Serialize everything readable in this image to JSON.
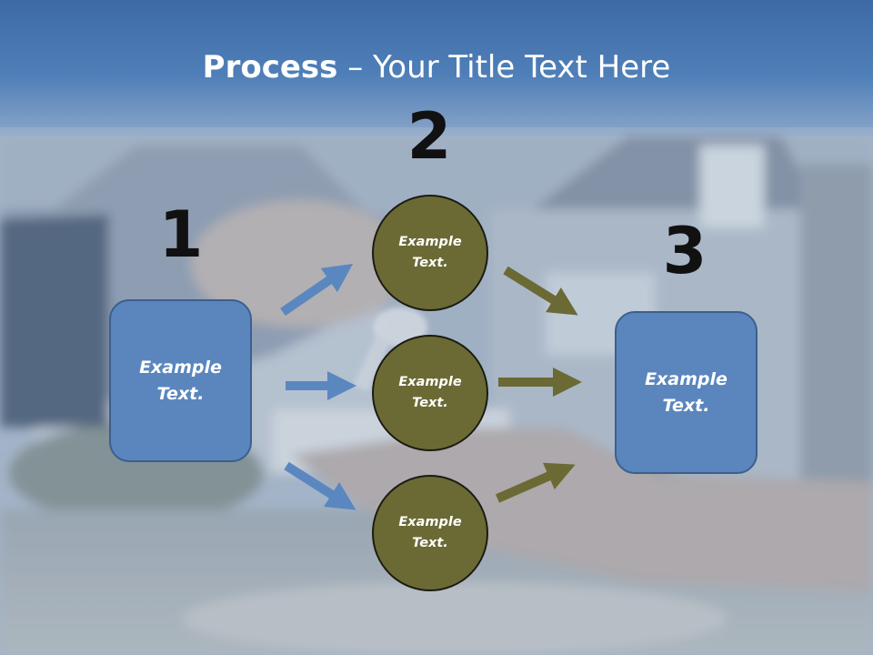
{
  "title": {
    "bold": "Process",
    "separator": " – ",
    "rest": "Your Title Text Here"
  },
  "steps": [
    {
      "number": "1",
      "label": "Example\nText."
    },
    {
      "number": "2",
      "items": [
        {
          "label": "Example\nText."
        },
        {
          "label": "Example\nText."
        },
        {
          "label": "Example\nText."
        }
      ]
    },
    {
      "number": "3",
      "label": "Example\nText."
    }
  ],
  "colors": {
    "box_fill": "#5a86bd",
    "circle_fill": "#6b6a35",
    "blue_arrow": "#5b87c0",
    "olive_arrow": "#6b6a35",
    "header_band": "#4a75ad"
  }
}
